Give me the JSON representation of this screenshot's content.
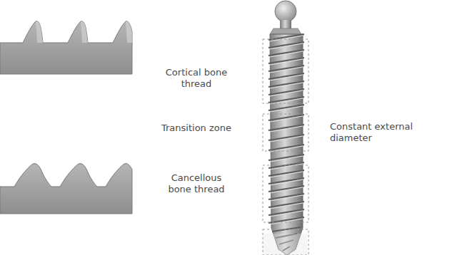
{
  "diagram": {
    "labels": [
      "Cortical bone thread",
      "Transition zone",
      "Cancellous bone thread",
      "Constant external diameter"
    ]
  }
}
